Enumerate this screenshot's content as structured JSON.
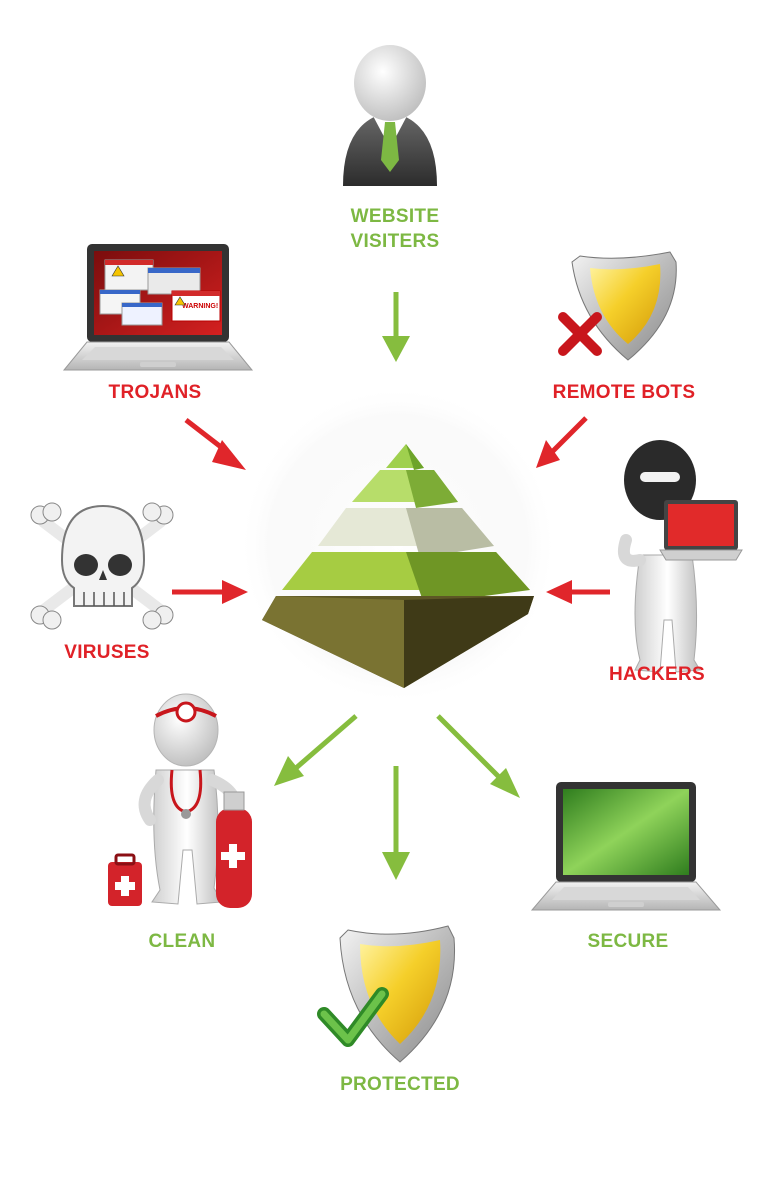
{
  "visitors": {
    "line1": "WEBSITE",
    "line2": "VISITERS"
  },
  "threats": {
    "trojans": "TROJANS",
    "remote_bots": "REMOTE BOTS",
    "viruses": "VIRUSES",
    "hackers": "HACKERS"
  },
  "outcomes": {
    "clean": "CLEAN",
    "secure": "SECURE",
    "protected": "PROTECTED"
  },
  "trojan_popups": {
    "warning": "WARNING!"
  },
  "colors": {
    "threat_red": "#e02127",
    "safe_green": "#7db843",
    "arrow_green": "#86bd3e",
    "shield_gold": "#f2c21c"
  }
}
